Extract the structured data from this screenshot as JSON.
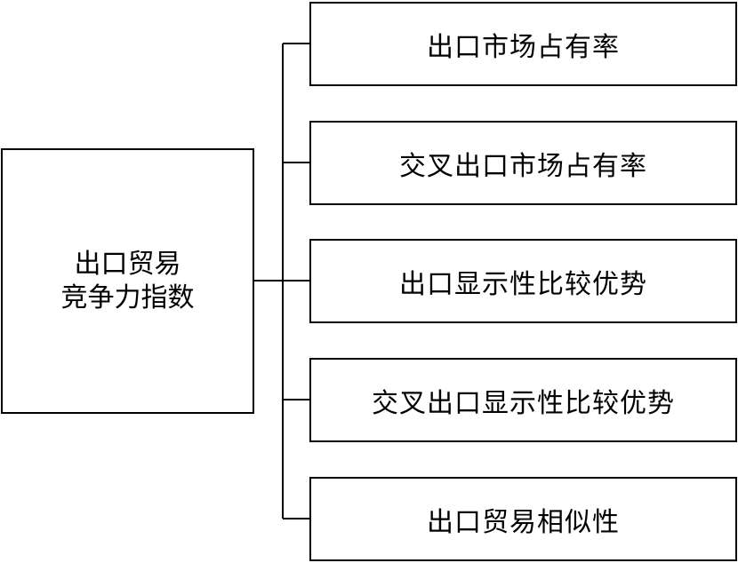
{
  "root": {
    "line1": "出口贸易",
    "line2": "竞争力指数"
  },
  "children": [
    {
      "label": "出口市场占有率"
    },
    {
      "label": "交叉出口市场占有率"
    },
    {
      "label": "出口显示性比较优势"
    },
    {
      "label": "交叉出口显示性比较优势"
    },
    {
      "label": "出口贸易相似性"
    }
  ]
}
